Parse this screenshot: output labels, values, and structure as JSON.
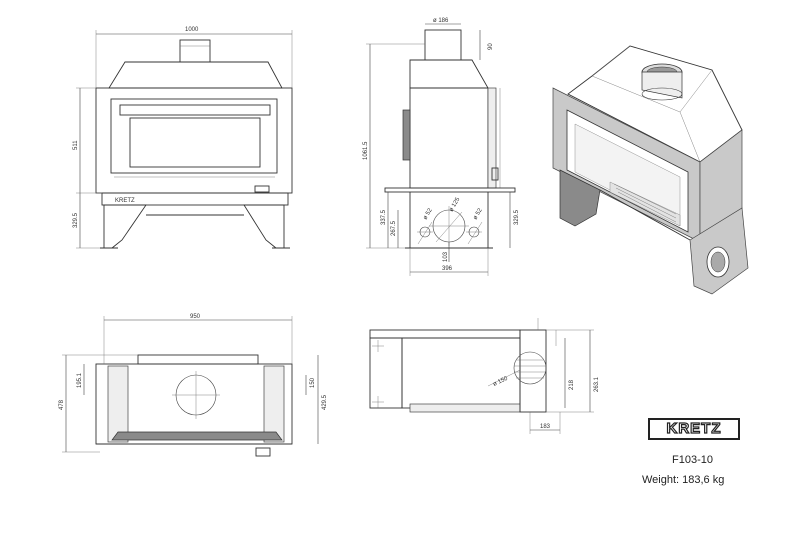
{
  "brand": {
    "logo_text": "KRETZ"
  },
  "product": {
    "model": "F103-10",
    "weight": "Weight: 183,6 kg"
  },
  "front_view": {
    "width_dim": "1000",
    "height_dim": "511",
    "leg_dim": "329.5"
  },
  "side_view": {
    "flue_dia": "ø 186",
    "flue_h": "90",
    "total_h": "1061.5",
    "air1": "ø 52",
    "air2": "ø 125",
    "air3": "ø 52",
    "h1": "337.5",
    "h2": "267.5",
    "h3": "329.5",
    "off1": "103",
    "depth": "396"
  },
  "top_view": {
    "width_dim": "950",
    "depth_dim": "478",
    "d1": "195.1",
    "d2": "150",
    "d3": "429.5"
  },
  "bottom_view": {
    "flue_dia": "ø 150",
    "d1": "218",
    "d2": "263.1",
    "d3": "183"
  }
}
